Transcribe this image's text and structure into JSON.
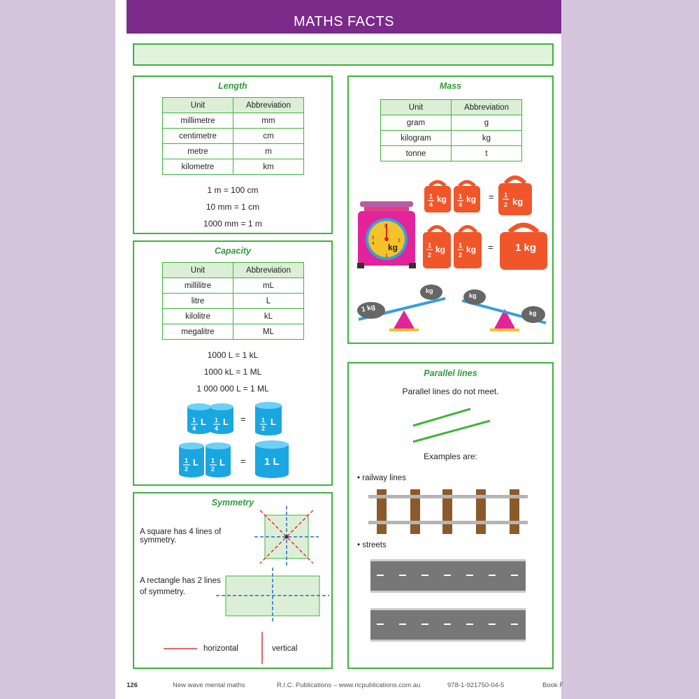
{
  "header": {
    "title": "MATHS FACTS"
  },
  "length": {
    "title": "Length",
    "table_headers": [
      "Unit",
      "Abbreviation"
    ],
    "rows": [
      [
        "millimetre",
        "mm"
      ],
      [
        "centimetre",
        "cm"
      ],
      [
        "metre",
        "m"
      ],
      [
        "kilometre",
        "km"
      ]
    ],
    "facts": [
      "1 m = 100 cm",
      "10 mm = 1 cm",
      "1000 mm = 1 m"
    ]
  },
  "mass": {
    "title": "Mass",
    "table_headers": [
      "Unit",
      "Abbreviation"
    ],
    "rows": [
      [
        "gram",
        "g"
      ],
      [
        "kilogram",
        "kg"
      ],
      [
        "tonne",
        "t"
      ]
    ],
    "scale_label": "kg",
    "weights": {
      "quarter": "kg",
      "half": "kg",
      "one": "1 kg"
    },
    "seesaw_labels": {
      "one_kg": "1 kg",
      "half_kg": "kg",
      "quarter_kg": "kg"
    },
    "equals": "="
  },
  "capacity": {
    "title": "Capacity",
    "table_headers": [
      "Unit",
      "Abbreviation"
    ],
    "rows": [
      [
        "millilitre",
        "mL"
      ],
      [
        "litre",
        "L"
      ],
      [
        "kilolitre",
        "kL"
      ],
      [
        "megalitre",
        "ML"
      ]
    ],
    "facts": [
      "1000 L = 1 kL",
      "1000 kL = 1 ML",
      "1 000 000 L = 1 ML"
    ],
    "containers": {
      "quarter": "L",
      "half": "L",
      "one": "1 L"
    },
    "equals": "="
  },
  "parallel": {
    "title": "Parallel lines",
    "statement": "Parallel lines do not meet.",
    "examples_label": "Examples are:",
    "examples": [
      "railway lines",
      "streets"
    ]
  },
  "symmetry": {
    "title": "Symmetry",
    "square_text": "A square has 4 lines of symmetry.",
    "rectangle_text": "A rectangle has 2 lines of symmetry.",
    "legend": {
      "horizontal": "horizontal",
      "vertical": "vertical"
    }
  },
  "footer": {
    "page_number": "126",
    "series": "New wave mental maths",
    "publisher": "R.I.C. Publications – www.ricpublications.com.au",
    "isbn": "978-1-921750-04-5",
    "book": "Book F"
  },
  "colors": {
    "brand_purple": "#7b2a8a",
    "panel_green": "#3cb43c",
    "weight_orange": "#f0562a",
    "container_blue": "#1aa6e0"
  }
}
